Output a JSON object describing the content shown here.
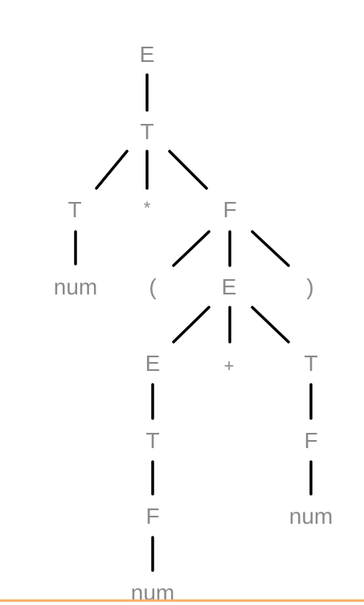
{
  "parse_tree": {
    "nodes": [
      {
        "id": "e1",
        "label": "E"
      },
      {
        "id": "t1",
        "label": "T"
      },
      {
        "id": "t2",
        "label": "T"
      },
      {
        "id": "star",
        "label": "*"
      },
      {
        "id": "f1",
        "label": "F"
      },
      {
        "id": "num1",
        "label": "num"
      },
      {
        "id": "lparen",
        "label": "("
      },
      {
        "id": "e2",
        "label": "E"
      },
      {
        "id": "rparen",
        "label": ")"
      },
      {
        "id": "e3",
        "label": "E"
      },
      {
        "id": "plus",
        "label": "+"
      },
      {
        "id": "t3",
        "label": "T"
      },
      {
        "id": "t4",
        "label": "T"
      },
      {
        "id": "f2",
        "label": "F"
      },
      {
        "id": "f3",
        "label": "F"
      },
      {
        "id": "num2",
        "label": "num"
      },
      {
        "id": "num3",
        "label": "num"
      }
    ],
    "edges": [
      [
        "e1",
        "t1"
      ],
      [
        "t1",
        "t2"
      ],
      [
        "t1",
        "star"
      ],
      [
        "t1",
        "f1"
      ],
      [
        "t2",
        "num1"
      ],
      [
        "f1",
        "lparen"
      ],
      [
        "f1",
        "e2"
      ],
      [
        "f1",
        "rparen"
      ],
      [
        "e2",
        "e3"
      ],
      [
        "e2",
        "plus"
      ],
      [
        "e2",
        "t3"
      ],
      [
        "e3",
        "t4"
      ],
      [
        "t4",
        "f3"
      ],
      [
        "f3",
        "num3"
      ],
      [
        "t3",
        "f2"
      ],
      [
        "f2",
        "num2"
      ]
    ]
  },
  "colors": {
    "label": "#8a8a8a",
    "edge": "#000000",
    "bottom_rule": "#f7b36b"
  }
}
